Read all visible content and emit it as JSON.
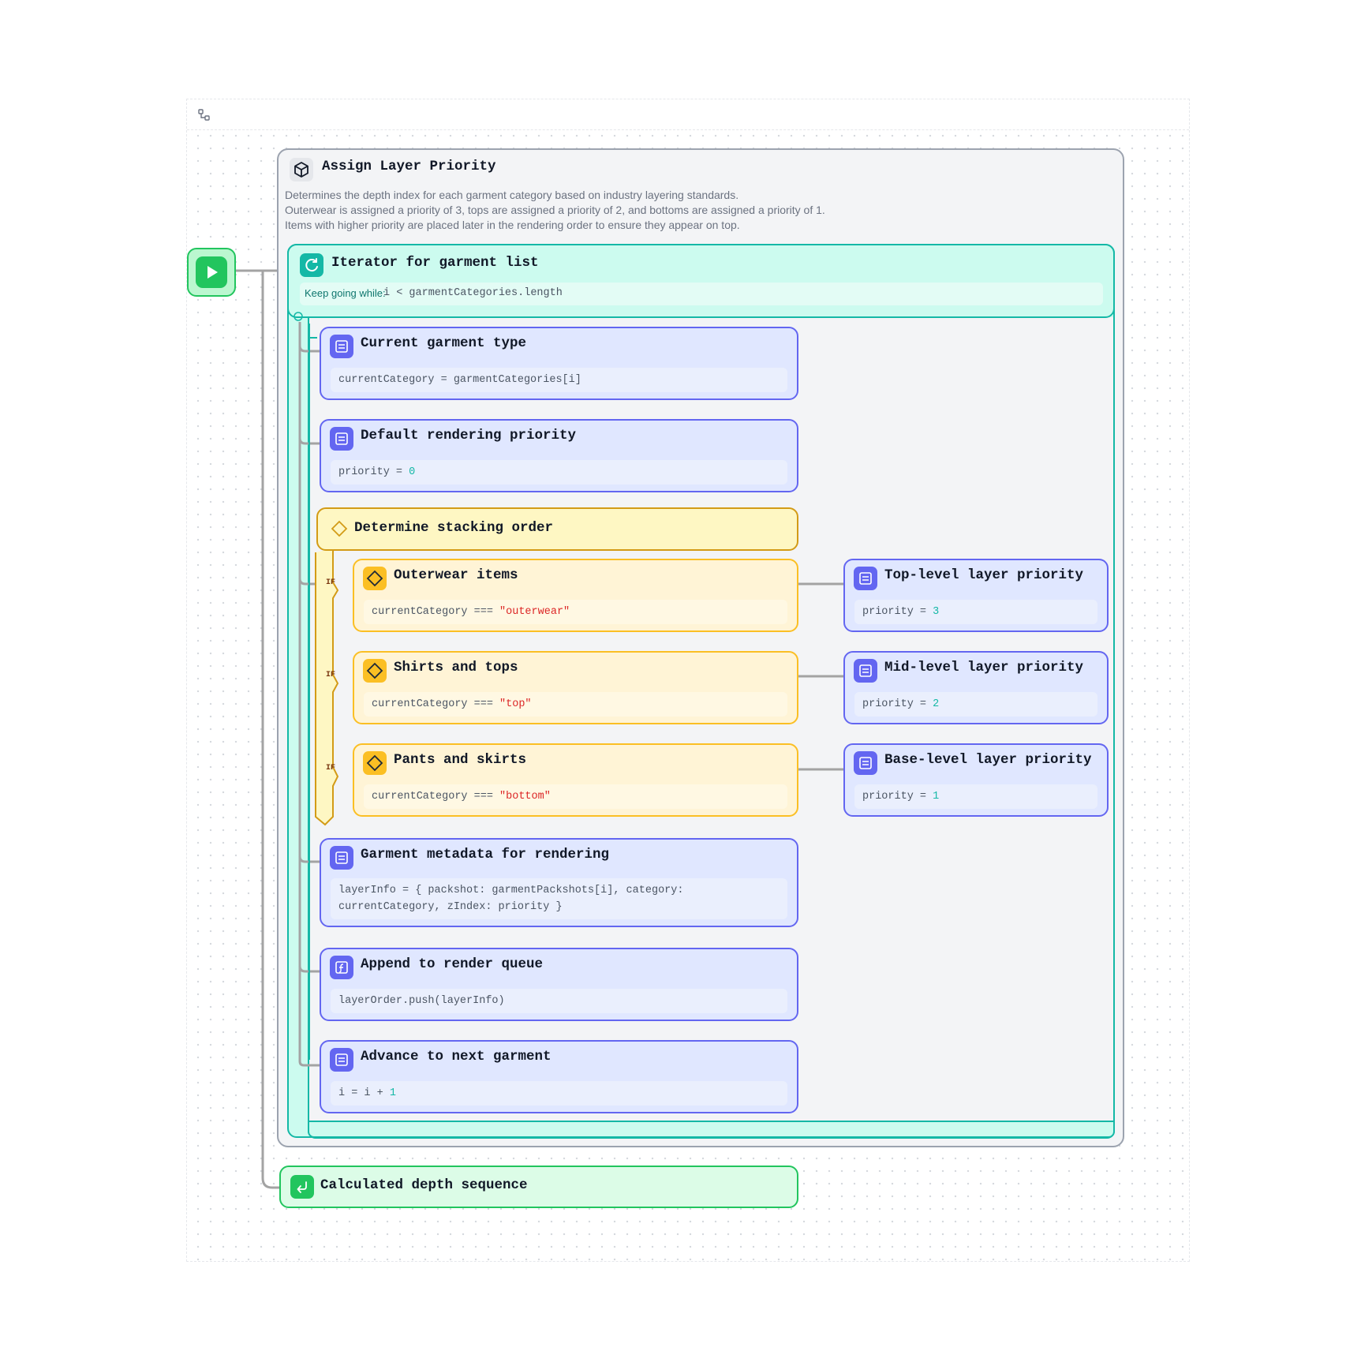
{
  "group": {
    "title": "Assign Layer Priority",
    "description": [
      "Determines the depth index for each garment category based on industry layering standards.",
      "Outerwear is assigned a priority of 3, tops are assigned a priority of 2, and bottoms are assigned a priority of 1.",
      "Items with higher priority are placed later in the rendering order to ensure they appear on top."
    ]
  },
  "loop": {
    "title": "Iterator for garment list",
    "condition_label": "Keep going while:",
    "condition": "i < garmentCategories.length"
  },
  "steps": {
    "current_type": {
      "title": "Current garment type",
      "code": "currentCategory = garmentCategories[i]"
    },
    "default_priority": {
      "title": "Default rendering priority",
      "code_lhs": "priority = ",
      "code_num": "0"
    },
    "metadata": {
      "title": "Garment metadata for rendering",
      "code_line1": "layerInfo = { packshot: garmentPackshots[i], category:",
      "code_line2": "currentCategory, zIndex: priority }"
    },
    "append": {
      "title": "Append to render queue",
      "code": "layerOrder.push(layerInfo)"
    },
    "advance": {
      "title": "Advance to next garment",
      "code_lhs": "i = i + ",
      "code_num": "1"
    }
  },
  "switch": {
    "title": "Determine stacking order",
    "branch_label": "IF",
    "branches": [
      {
        "title": "Outerwear items",
        "code_lhs": "currentCategory === ",
        "code_str": "\"outerwear\"",
        "target_title": "Top-level layer priority",
        "target_lhs": "priority = ",
        "target_num": "3"
      },
      {
        "title": "Shirts and tops",
        "code_lhs": "currentCategory === ",
        "code_str": "\"top\"",
        "target_title": "Mid-level layer priority",
        "target_lhs": "priority = ",
        "target_num": "2"
      },
      {
        "title": "Pants and skirts",
        "code_lhs": "currentCategory === ",
        "code_str": "\"bottom\"",
        "target_title": "Base-level layer priority",
        "target_lhs": "priority = ",
        "target_num": "1"
      }
    ]
  },
  "result": {
    "title": "Calculated depth sequence"
  },
  "colors": {
    "step": "#6366f1",
    "condition": "#fbbf24",
    "loop": "#14b8a6",
    "start": "#22c55e"
  },
  "icons": [
    "flow-icon",
    "play-icon",
    "cube-icon",
    "loop-icon",
    "variable-icon",
    "diamond-icon",
    "function-icon",
    "return-icon"
  ]
}
